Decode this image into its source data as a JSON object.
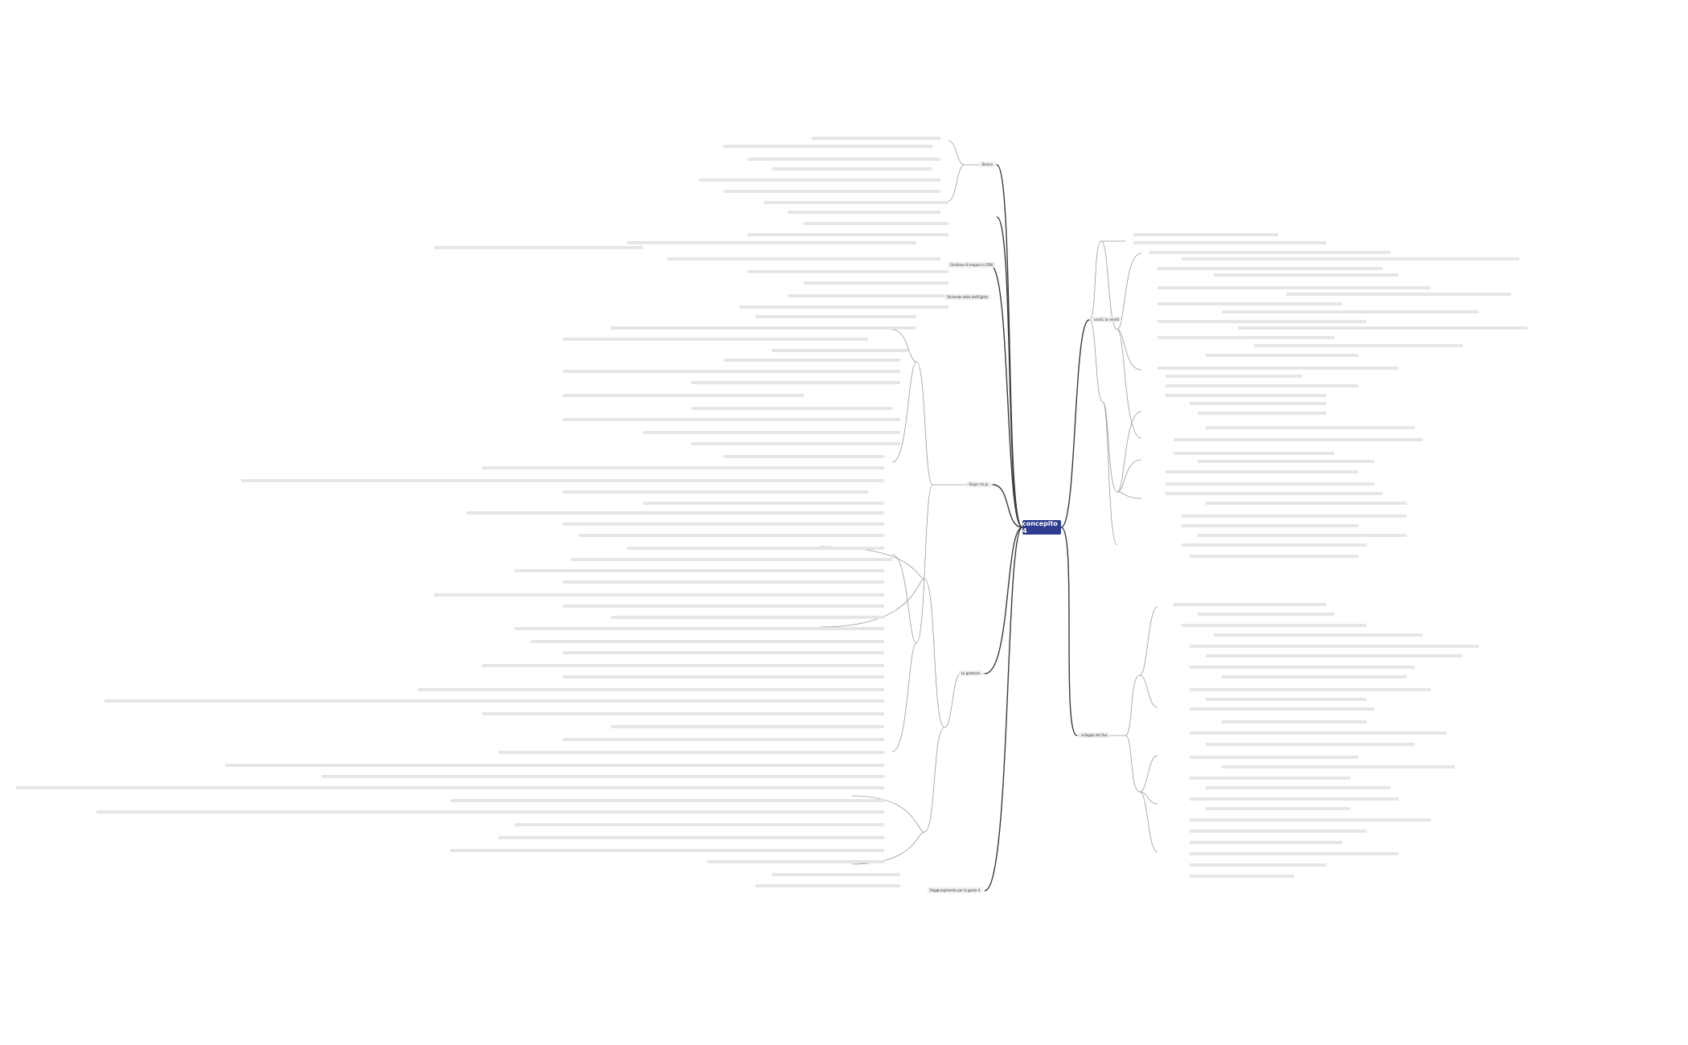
{
  "root": {
    "label": "concepito 4"
  },
  "branches": {
    "right_1": "unaric la vendit",
    "right_2": "sviluppo del fiso",
    "left_1": "Elenco",
    "left_2": "Gestione di mappe in CRM",
    "left_3": "Richieste della dell'Egitta",
    "left_4": "Scopri mi pi",
    "left_5": "La gestione",
    "left_6": "Raggiungimento per la guida 4"
  },
  "colors": {
    "root_fill": "#2e3d8f",
    "line": "#3a3a3a",
    "leaf": "#e6e6e6"
  }
}
